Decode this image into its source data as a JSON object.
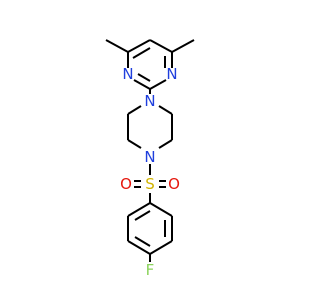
{
  "molecule": {
    "atom_labels": {
      "n1": "N",
      "n2": "N",
      "n3": "N",
      "n4": "N",
      "s": "S",
      "o1": "O",
      "o2": "O",
      "f": "F"
    }
  },
  "colors": {
    "bond": "#000000",
    "nitrogen": "#1f3fdd",
    "sulfur": "#d1b400",
    "oxygen": "#e5170d",
    "fluorine": "#8ad25a"
  }
}
